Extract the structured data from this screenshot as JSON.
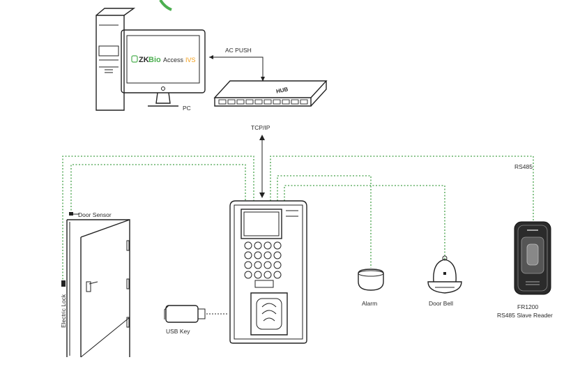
{
  "software": {
    "brand_zk": "ZK",
    "brand_bio": "Bio",
    "brand_access": "Access",
    "brand_ivs": "IVS"
  },
  "labels": {
    "ac_push": "AC PUSH",
    "hub": "HUB",
    "pc": "PC",
    "tcp_ip": "TCP/IP",
    "rs485": "RS485",
    "door_sensor": "Door Sensor",
    "electric_lock": "Electric Lock",
    "usb_key": "USB Key",
    "alarm": "Alarm",
    "door_bell": "Door Bell",
    "reader_model": "FR1200",
    "reader_desc": "RS485 Slave Reader"
  },
  "colors": {
    "wire_green": "#43a047",
    "brand_green": "#4caf50",
    "ivs_orange": "#f39c12",
    "line": "#222222"
  }
}
